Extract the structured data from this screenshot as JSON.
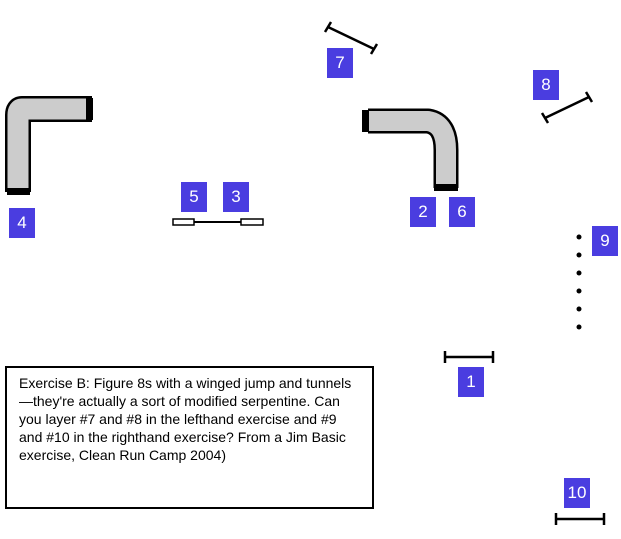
{
  "obstacle_numbers": [
    "1",
    "2",
    "3",
    "4",
    "5",
    "6",
    "7",
    "8",
    "9",
    "10"
  ],
  "caption": "Exercise B: Figure 8s  with a winged jump and tunnels—they're actually a sort of modified serpentine. Can you layer #7 and #8 in the lefthand exercise and #9 and #10 in the righthand exercise? From a Jim Basic exercise, Clean Run Camp 2004)",
  "colors": {
    "number_badge": "#4a3de0",
    "tunnel_fill": "#cccccc",
    "ink": "#000000"
  },
  "icons": [
    "tunnel-icon",
    "jump-bar-icon",
    "winged-jump-icon",
    "weave-poles-icon"
  ]
}
